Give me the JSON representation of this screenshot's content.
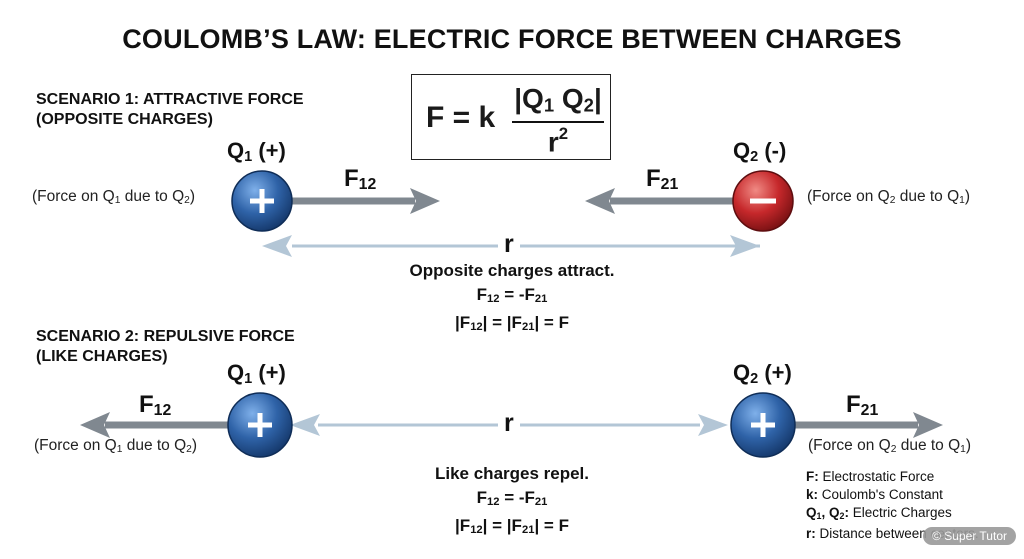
{
  "title": "COULOMB’S LAW: ELECTRIC FORCE BETWEEN CHARGES",
  "formula": {
    "lhs": "F = k",
    "numerator": "|Q<sub>1</sub> Q<sub>2</sub>|",
    "denominator": "r<sup>2</sup>"
  },
  "scenario1": {
    "heading_line1": "SCENARIO 1: ATTRACTIVE FORCE",
    "heading_line2": "(OPPOSITE CHARGES)",
    "q1_label": "Q<sub>1</sub> (+)",
    "q2_label": "Q<sub>2</sub> (-)",
    "q1_sign": "+",
    "q2_sign": "−",
    "f12_label": "F<sub>12</sub>",
    "f21_label": "F<sub>21</sub>",
    "q1_desc": "(Force on Q<sub>1</sub> due to Q<sub>2</sub>)",
    "q2_desc": "(Force on Q<sub>2</sub> due to Q<sub>1</sub>)",
    "r_label": "r",
    "note_line1": "Opposite charges attract.",
    "note_line2": "F<sub>12</sub> = -F<sub>21</sub>",
    "note_line3": "|F<sub>12</sub>| = |F<sub>21</sub>| = F"
  },
  "scenario2": {
    "heading_line1": "SCENARIO 2: REPULSIVE FORCE",
    "heading_line2": "(LIKE CHARGES)",
    "q1_label": "Q<sub>1</sub> (+)",
    "q2_label": "Q<sub>2</sub> (+)",
    "q1_sign": "+",
    "q2_sign": "+",
    "f12_label": "F<sub>12</sub>",
    "f21_label": "F<sub>21</sub>",
    "q1_desc": "(Force on Q<sub>1</sub> due to Q<sub>2</sub>)",
    "q2_desc": "(Force on Q<sub>2</sub> due to Q<sub>1</sub>)",
    "r_label": "r",
    "note_line1": "Like charges repel.",
    "note_line2": "F<sub>12</sub> = -F<sub>21</sub>",
    "note_line3": "|F<sub>12</sub>| = |F<sub>21</sub>| = F"
  },
  "legend": [
    "<b>F:</b> Electrostatic Force",
    "<b>k:</b> Coulomb's Constant",
    "<b>Q<sub>1</sub>, Q<sub>2</sub>:</b> Electric Charges",
    "<b>r:</b> Distance between centers."
  ],
  "watermark": "© Super Tutor",
  "colors": {
    "positive_charge": "#2f63a8",
    "negative_charge": "#c6282b",
    "force_arrow": "#808890",
    "distance_arrow": "#b3c6d6"
  }
}
